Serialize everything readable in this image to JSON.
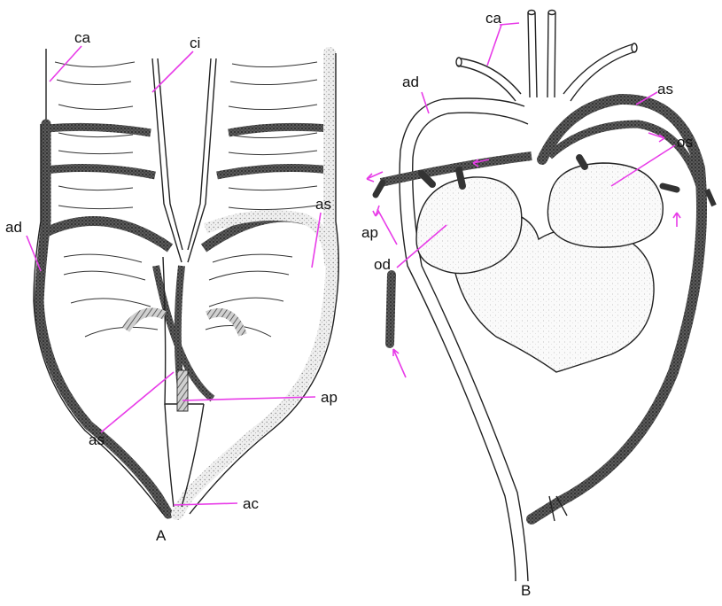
{
  "panel_a": {
    "caption": "A",
    "labels": {
      "ca": "ca",
      "ci": "ci",
      "ad": "ad",
      "as_right": "as",
      "as_lower": "as",
      "ap": "ap",
      "ac": "ac"
    }
  },
  "panel_b": {
    "caption": "B",
    "labels": {
      "ca": "ca",
      "ad": "ad",
      "as": "as",
      "os": "os",
      "ap": "ap",
      "od": "od"
    }
  },
  "colors": {
    "leader": "#e83ce8",
    "ink": "#222222",
    "stipple_dark": "#3a3a3a",
    "stipple_light": "#bdbdbd"
  }
}
